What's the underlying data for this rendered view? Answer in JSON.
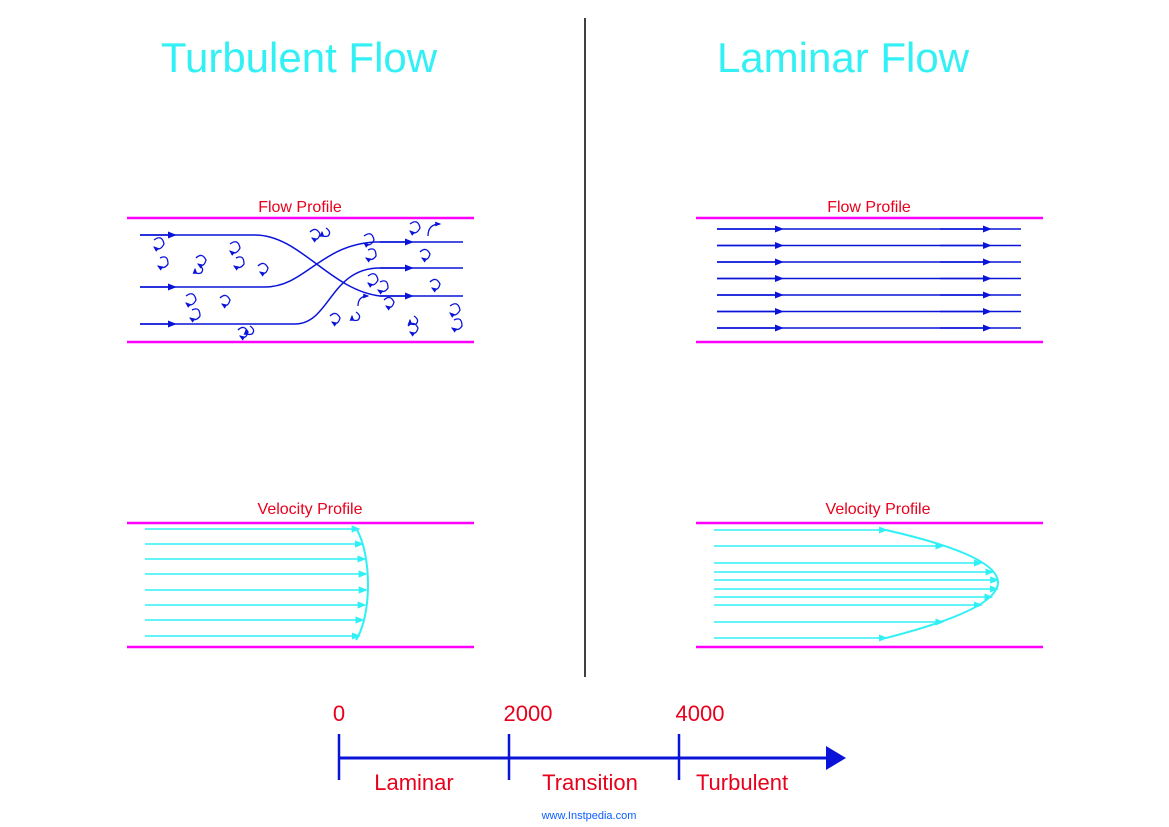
{
  "titles": {
    "turbulent": "Turbulent Flow",
    "laminar": "Laminar Flow"
  },
  "labels": {
    "flow_profile": "Flow Profile",
    "velocity_profile": "Velocity Profile"
  },
  "scale": {
    "ticks": [
      "0",
      "2000",
      "4000"
    ],
    "regions": [
      "Laminar",
      "Transition",
      "Turbulent"
    ]
  },
  "credit": "www.Instpedia.com",
  "colors": {
    "title": "#33f0f5",
    "label": "#e8001c",
    "wall": "#ff00ff",
    "flow_line": "#0a14d9",
    "velocity_line": "#2ff0f5",
    "divider": "#000000",
    "axis": "#0a14d9",
    "credit": "#0a5fff"
  }
}
